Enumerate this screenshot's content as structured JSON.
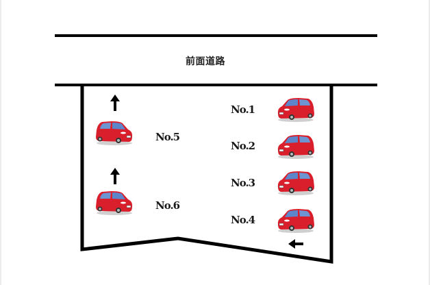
{
  "road": {
    "label": "前面道路"
  },
  "colors": {
    "car_body": "#d91f2b",
    "car_window": "#5c86c9",
    "line": "#000000"
  },
  "slots": [
    {
      "id": "slot-1",
      "label": "No.1",
      "facing": "left"
    },
    {
      "id": "slot-2",
      "label": "No.2",
      "facing": "left"
    },
    {
      "id": "slot-3",
      "label": "No.3",
      "facing": "left"
    },
    {
      "id": "slot-4",
      "label": "No.4",
      "facing": "left"
    },
    {
      "id": "slot-5",
      "label": "No.5",
      "facing": "right"
    },
    {
      "id": "slot-6",
      "label": "No.6",
      "facing": "right"
    }
  ],
  "arrows": [
    {
      "id": "arrow-exit-5",
      "direction": "up"
    },
    {
      "id": "arrow-exit-6",
      "direction": "up"
    },
    {
      "id": "arrow-entry",
      "direction": "left"
    }
  ]
}
